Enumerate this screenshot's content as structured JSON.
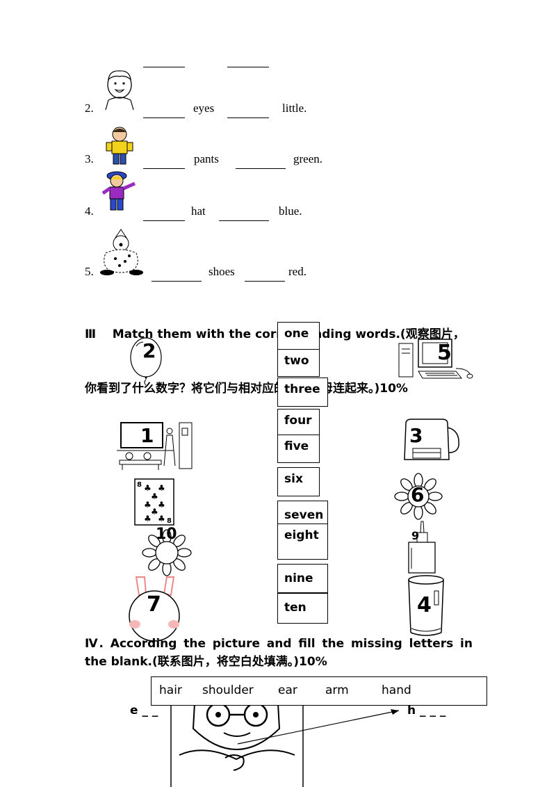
{
  "section2": {
    "rows": [
      {
        "num": "",
        "word": "",
        "end": ""
      },
      {
        "num": "2.",
        "word": "eyes",
        "end": "little."
      },
      {
        "num": "3.",
        "word": "pants",
        "end": "green."
      },
      {
        "num": "4.",
        "word": "hat",
        "end": "blue."
      },
      {
        "num": "5.",
        "word": "shoes",
        "end": "red."
      }
    ]
  },
  "section3": {
    "heading_line1": "Ⅲ    Match them with the corresponding words.(观察图片，",
    "heading_line2": "你看到了什么数字？将它们与相对应的英文字母连起来。)10%",
    "words": [
      "one",
      "two",
      "three",
      "four",
      "five",
      "six",
      "seven",
      "eight",
      "nine",
      "ten"
    ],
    "pictures": [
      {
        "icon": "balloon-icon",
        "number": "2"
      },
      {
        "icon": "computer-icon",
        "number": "5"
      },
      {
        "icon": "classroom-icon",
        "number": "1"
      },
      {
        "icon": "backpack-icon",
        "number": "3"
      },
      {
        "icon": "playing-card-icon",
        "number": ""
      },
      {
        "icon": "flower-icon",
        "number": "6"
      },
      {
        "icon": "flower-icon",
        "number": "10"
      },
      {
        "icon": "glue-bottle-icon",
        "number": "9"
      },
      {
        "icon": "rabbit-icon",
        "number": "7"
      },
      {
        "icon": "glass-icon",
        "number": "4"
      }
    ]
  },
  "section4": {
    "heading_line1": "Ⅳ. According the picture and fill the missing letters in",
    "heading_line2": "the blank.(联系图片，将空白处填满。)10%",
    "word_bank": [
      "hair",
      "shoulder",
      "ear",
      "arm",
      "hand"
    ],
    "label_left": "e _ _",
    "label_right": "h _ _ _"
  }
}
